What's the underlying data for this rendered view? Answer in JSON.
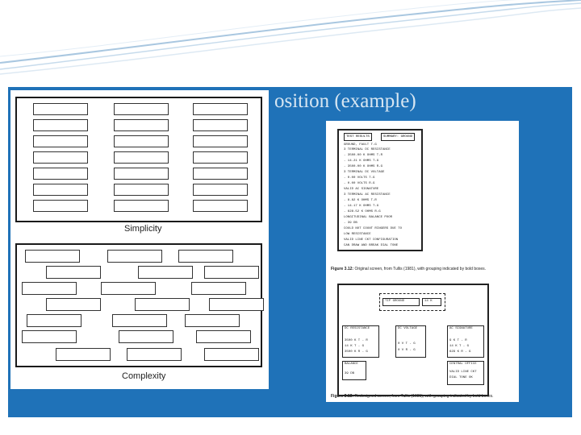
{
  "slide": {
    "title": "osition (example)",
    "colors": {
      "panel": "#1f72b8",
      "title": "#d7e6f2",
      "wave": "#a9c7e0"
    }
  },
  "left_figure": {
    "simplicity_label": "Simplicity",
    "complexity_label": "Complexity"
  },
  "right_figure": {
    "old_screen": {
      "header_left": "TEST RESULTS",
      "header_right": "SUMMARY: GROUND",
      "lines": [
        "GROUND, FAULT T-G",
        "3 TERMINAL DC RESISTANCE",
        "- 3500.00 K OHMS T-R",
        "- 14.21 K OHMS T-G",
        "- 3500.00 K OHMS R-G",
        "3 TERMINAL DC VOLTAGE",
        "- 0.00 VOLTS T-G",
        "- 0.00 VOLTS R-G",
        "VALID AC SIGNATURE",
        "3 TERMINAL AC RESISTANCE",
        "- 8.82 K OHMS T-R",
        "- 14.17 K OHMS T-G",
        "- 628.52 K OHMS R-G",
        "LONGITUDINAL BALANCE POOR",
        "- 39 DB",
        "COULD NOT COUNT RINGERS DUE TO",
        "LOW RESISTANCE",
        "VALID LINE CKT CONFIGURATION",
        "CAN DRAW AND BREAK DIAL TONE"
      ],
      "caption_label": "Figure 3.12:",
      "caption_text": "Original screen, from Tullis (1981), with grouping indicated by bold boxes."
    },
    "new_screen": {
      "top_left": "TIP GROUND",
      "top_right": "14 K",
      "dc_resistance": {
        "header": "DC RESISTANCE",
        "lines": [
          "3500 K T - R",
          "14 K T - G",
          "3500 K R - G"
        ]
      },
      "dc_voltage": {
        "header": "DC VOLTAGE",
        "lines": [
          "0 V T - G",
          "0 V R - G"
        ]
      },
      "ac_signature": {
        "header": "AC SIGNATURE",
        "lines": [
          "9 K T - R",
          "14 K T - G",
          "629 K R - G"
        ]
      },
      "balance": {
        "header": "BALANCE",
        "lines": [
          "39 DB"
        ]
      },
      "central_office": {
        "header": "CENTRAL OFFICE",
        "lines": [
          "VALID LINE CKT",
          "DIAL TONE OK"
        ]
      },
      "caption_label": "Figure 3.13:",
      "caption_text": "Redesigned screen, from Tullis (1981), with grouping indicated by bold boxes."
    }
  }
}
